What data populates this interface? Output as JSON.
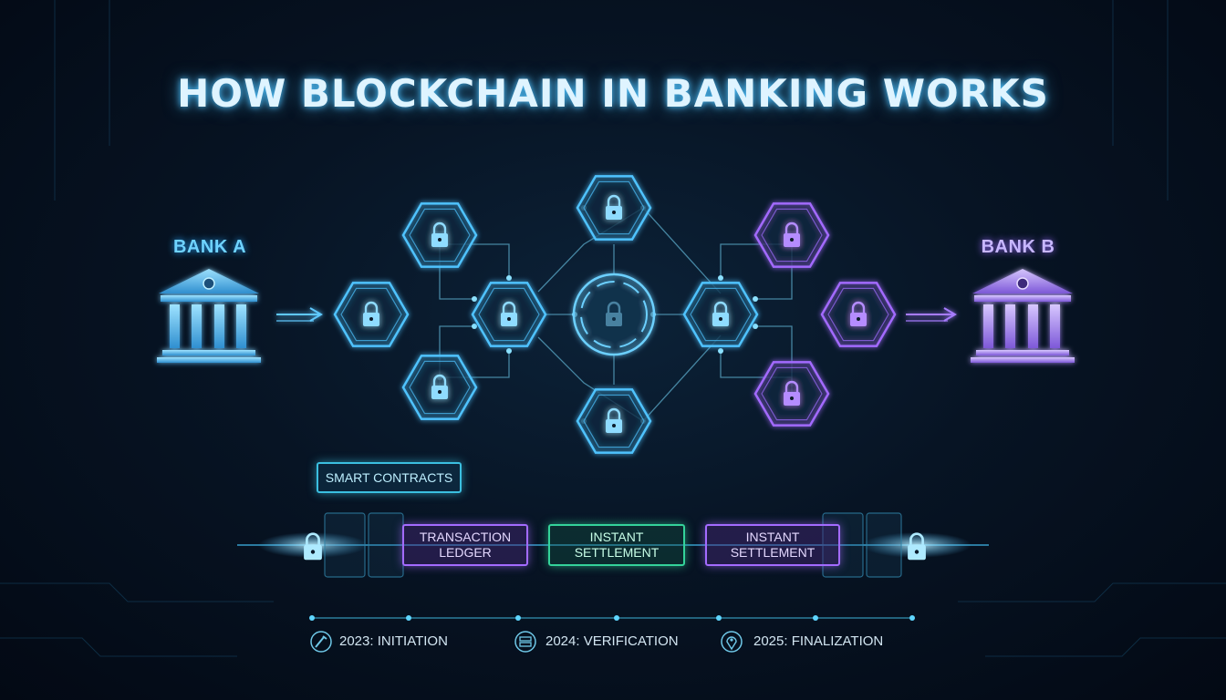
{
  "title": "HOW BLOCKCHAIN IN BANKING WORKS",
  "bank_a": {
    "label": "BANK A",
    "color": "#4fc3ff"
  },
  "bank_b": {
    "label": "BANK B",
    "color": "#a36bff"
  },
  "network": {
    "node_icon": "padlock-icon",
    "colors": {
      "cyan": "#4fc3ff",
      "purple": "#a36bff",
      "green": "#34d39a"
    }
  },
  "boxes": {
    "smart_contracts": "SMART CONTRACTS",
    "transaction_ledger": "TRANSACTION LEDGER",
    "instant_settlement_1": "INSTANT SETTLEMENT",
    "instant_settlement_2": "INSTANT SETTLEMENT"
  },
  "timeline": [
    {
      "label": "2023: INITIATION",
      "icon": "wrench-icon"
    },
    {
      "label": "2024: VERIFICATION",
      "icon": "server-icon"
    },
    {
      "label": "2025: FINALIZATION",
      "icon": "location-pin-icon"
    }
  ]
}
